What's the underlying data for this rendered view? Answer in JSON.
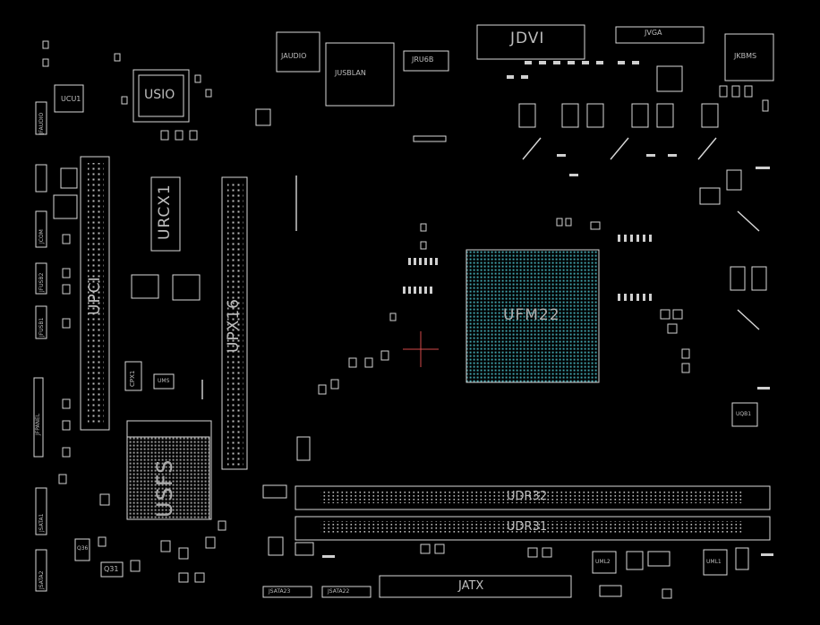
{
  "board": {
    "labels": {
      "jaudio": "JAUDIO",
      "jusblan": "JUSBLAN",
      "jru6b": "JRU6B",
      "jdvi": "JDVI",
      "jvga": "JVGA",
      "jkbms": "JKBMS",
      "usio": "USIO",
      "ucu1": "UCU1",
      "jaudio_side": "JFAUDIO",
      "jcom": "JCOM",
      "jusb2": "JFUSB2",
      "jusb1": "JFUSB1",
      "jpanel": "JFPANEL",
      "jsata1": "JSATA1",
      "jsata2": "JSATA2",
      "upci": "UPCI",
      "urcx1": "URCX1",
      "upx16": "UPX16",
      "cpx1": "CPX1",
      "ufm22": "UFM22",
      "usfs": "USFS",
      "udr32": "UDR32",
      "udr31": "UDR31",
      "jatx": "JATX",
      "jsata23": "JSATA23",
      "jsata22": "JSATA22",
      "q36": "Q36",
      "q31": "Q31",
      "uml2": "UML2",
      "uml1": "UML1",
      "uqb1": "UQB1",
      "ums": "UMS"
    }
  },
  "colors": {
    "background": "#000000",
    "outline": "#d8d8d8",
    "chip_grid": "#3fa0a8",
    "cursor": "#d44a4a"
  }
}
